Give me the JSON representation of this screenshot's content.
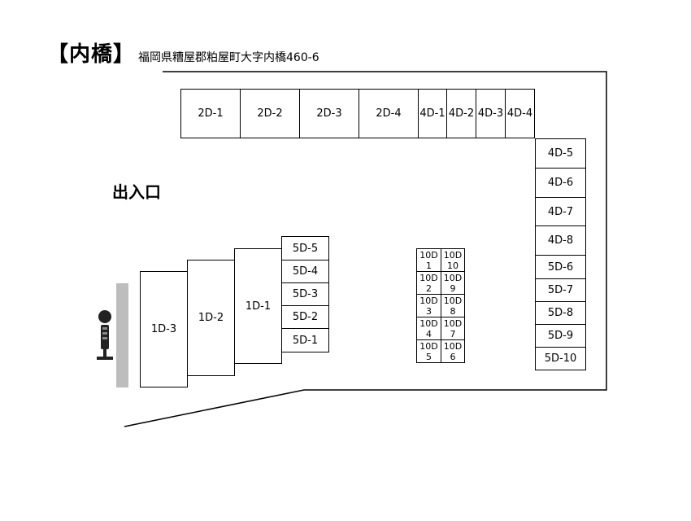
{
  "title": {
    "bracket_name": "【内橋】",
    "address": "福岡県糟屋郡粕屋町大字内橋460-6"
  },
  "entrance_label": "出入口",
  "row_2d": [
    "2D-1",
    "2D-2",
    "2D-3",
    "2D-4"
  ],
  "row_4d_top": [
    "4D-1",
    "4D-2",
    "4D-3",
    "4D-4"
  ],
  "col_4d": [
    "4D-5",
    "4D-6",
    "4D-7",
    "4D-8"
  ],
  "col_5d_right": [
    "5D-6",
    "5D-7",
    "5D-8",
    "5D-9",
    "5D-10"
  ],
  "col_5d_left": [
    "5D-5",
    "5D-4",
    "5D-3",
    "5D-2",
    "5D-1"
  ],
  "slots_1d": [
    "1D-1",
    "1D-2",
    "1D-3"
  ],
  "grid_10d": [
    [
      "10D",
      "1"
    ],
    [
      "10D",
      "10"
    ],
    [
      "10D",
      "2"
    ],
    [
      "10D",
      "9"
    ],
    [
      "10D",
      "3"
    ],
    [
      "10D",
      "8"
    ],
    [
      "10D",
      "4"
    ],
    [
      "10D",
      "7"
    ],
    [
      "10D",
      "5"
    ],
    [
      "10D",
      "6"
    ]
  ]
}
